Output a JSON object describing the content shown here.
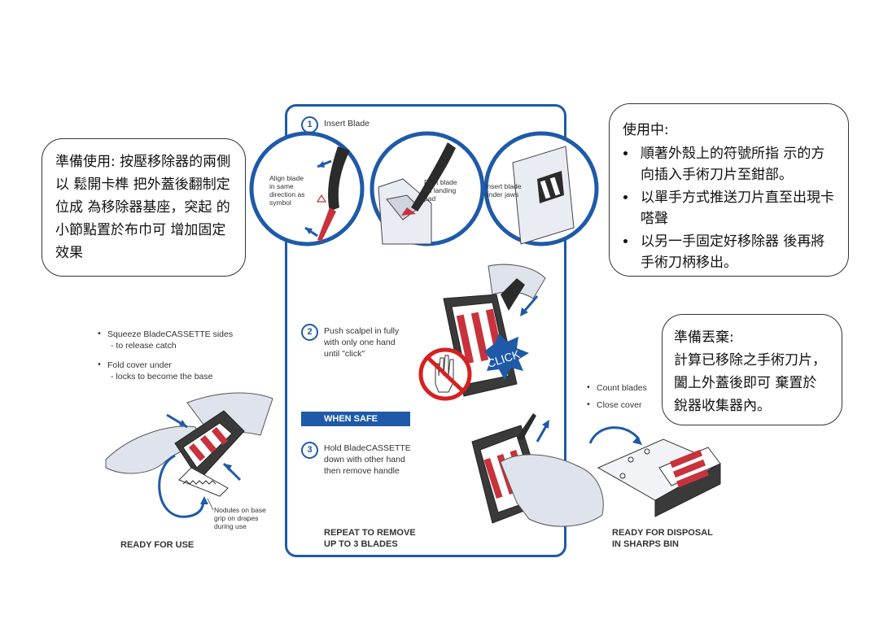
{
  "callouts": {
    "prepare": "準備使用: 按壓移除器的兩側以 鬆開卡榫 把外蓋後翻制定位成 為移除器基座，突起 的小節點置於布巾可 增加固定效果",
    "in_use": {
      "title": "使用中:",
      "items": [
        "順著外殼上的符號所指 示的方向插入手術刀片至鉗部。",
        "以單手方式推送刀片直至出現卡嗒聲",
        "以另一手固定好移除器 後再將手術刀柄移出。"
      ]
    },
    "disposal": {
      "title": "準備丟棄:",
      "body": "計算已移除之手術刀片，闔上外蓋後即可 棄置於銳器收集器內。"
    }
  },
  "left_panel": {
    "bullet1_line1": "Squeeze BladeCASSETTE sides",
    "bullet1_line2": "- to release catch",
    "bullet2_line1": "Fold cover under",
    "bullet2_line2": "- locks to become the base",
    "nodules_line1": "Nodules on base",
    "nodules_line2": "grip on drapes",
    "nodules_line3": "during use",
    "footer": "READY FOR USE"
  },
  "center_panel": {
    "step1_number": "1",
    "step1_label": "Insert Blade",
    "circle1_line1": "Align blade",
    "circle1_line2": "in same",
    "circle1_line3": "direction as",
    "circle1_line4": "symbol",
    "circle2_line1": "Rest blade",
    "circle2_line2": "on landing",
    "circle2_line3": "pad",
    "circle3_line1": "Insert blade",
    "circle3_line2": "under jaws",
    "step2_number": "2",
    "step2_line1": "Push scalpel in fully",
    "step2_line2": "with only one hand",
    "step2_line3": "until \"click\"",
    "click_label": "CLICK",
    "when_safe": "WHEN SAFE",
    "step3_number": "3",
    "step3_line1": "Hold BladeCASSETTE",
    "step3_line2": "down with other hand",
    "step3_line3": "then remove handle",
    "footer_line1": "REPEAT TO REMOVE",
    "footer_line2": "UP TO 3 BLADES"
  },
  "right_panel": {
    "bullet1": "Count blades",
    "bullet2": "Close cover",
    "footer_line1": "READY FOR DISPOSAL",
    "footer_line2": "IN SHARPS BIN"
  },
  "colors": {
    "accent_blue": "#1e5aa8",
    "warning_red": "#d62020",
    "blade_red": "#c8323c"
  }
}
